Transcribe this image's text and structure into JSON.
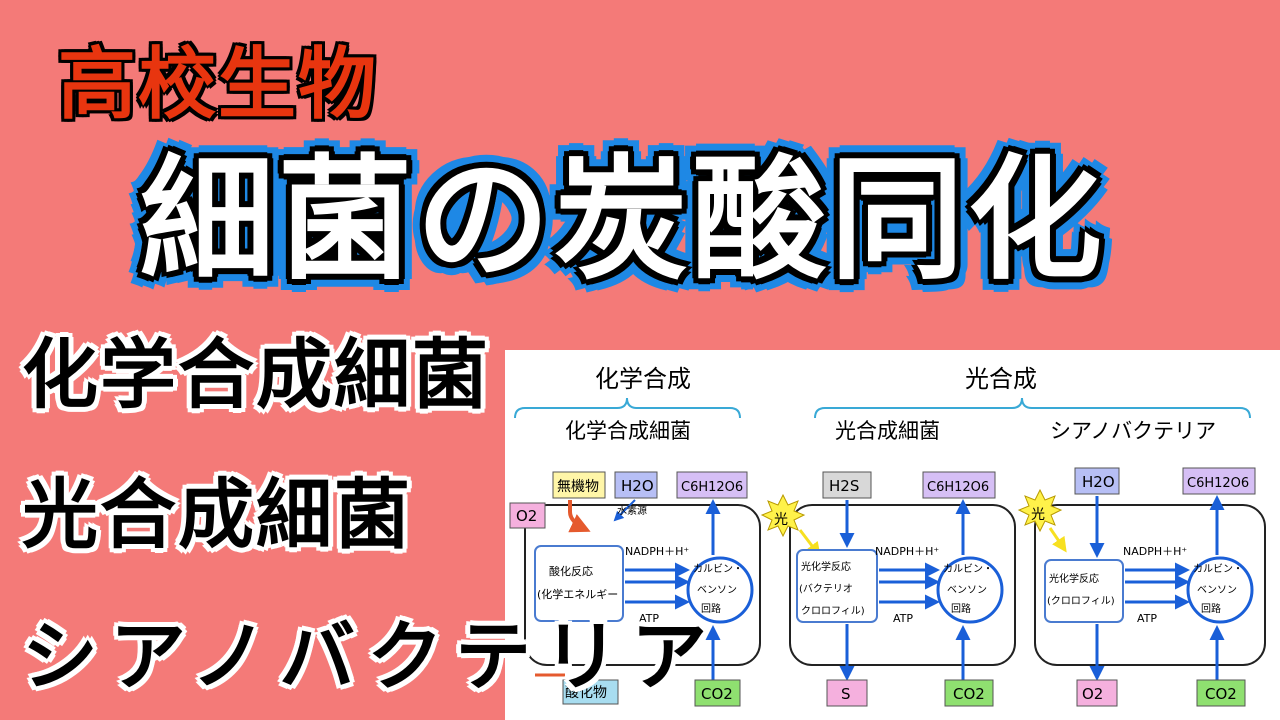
{
  "subject": "高校生物",
  "title": "細菌の炭酸同化",
  "side_labels": [
    "化学合成細菌",
    "光合成細菌",
    "シアノバクテリア"
  ],
  "diagram": {
    "top_left_header": "化学合成",
    "top_right_header": "光合成",
    "col1_header": "化学合成細菌",
    "col2_header": "光合成細菌",
    "col3_header": "シアノバクテリア",
    "col1": {
      "inorganic": "無機物",
      "water": "H2O",
      "oxygen": "O2",
      "glucose": "C6H12O6",
      "hydrogen_source": "水素源",
      "reaction_line1": "酸化反応",
      "reaction_line2": "(化学エネルギー",
      "nadph": "NADPH＋H⁺",
      "atp": "ATP",
      "cycle_line1": "カルビン・",
      "cycle_line2": "ベンソン",
      "cycle_line3": "回路",
      "oxide": "酸化物",
      "co2": "CO2"
    },
    "col2": {
      "light": "光",
      "h2s": "H2S",
      "glucose": "C6H12O6",
      "reaction_line1": "光化学反応",
      "reaction_line2": "(バクテリオ",
      "reaction_line3": "クロロフィル)",
      "nadph": "NADPH＋H⁺",
      "atp": "ATP",
      "cycle_line1": "カルビン・",
      "cycle_line2": "ベンソン",
      "cycle_line3": "回路",
      "sulfur": "S",
      "co2": "CO2"
    },
    "col3": {
      "light": "光",
      "water": "H2O",
      "glucose": "C6H12O6",
      "reaction_line1": "光化学反応",
      "reaction_line2": "(クロロフィル)",
      "nadph": "NADPH＋H⁺",
      "atp": "ATP",
      "cycle_line1": "カルビン・",
      "cycle_line2": "ベンソン",
      "cycle_line3": "回路",
      "oxygen": "O2",
      "co2": "CO2"
    }
  },
  "colors": {
    "background": "#f47a78",
    "subject_text": "#e8350f",
    "title_outline": "#1e88e5",
    "arrow_blue": "#1a5fd8",
    "box_yellow": "#fff6a8",
    "box_blue": "#b7bff5",
    "box_purple": "#d6bff5",
    "box_pink": "#f5b0de",
    "box_green": "#8fe070",
    "box_cyan": "#a8ddf0"
  }
}
